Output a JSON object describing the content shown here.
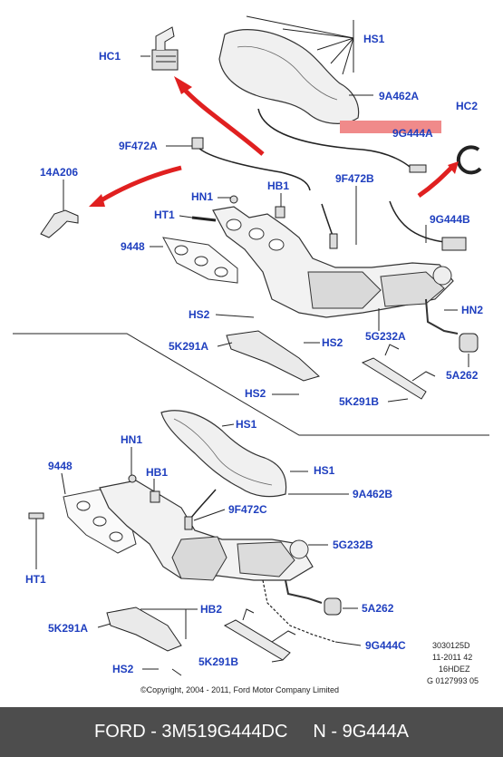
{
  "labels": {
    "hs1_top": "HS1",
    "hc1": "HC1",
    "a9a462a": "9A462A",
    "hc2": "HC2",
    "a9g444a": "9G444A",
    "a9f472a": "9F472A",
    "a14a206": "14A206",
    "a9f472b": "9F472B",
    "hn1_top": "HN1",
    "hb1_top": "HB1",
    "ht1_top": "HT1",
    "a9g444b": "9G444B",
    "a9448_top": "9448",
    "hn2": "HN2",
    "hs2_a": "HS2",
    "a5g232a": "5G232A",
    "a5k291a_top": "5K291A",
    "hs2_b": "HS2",
    "a5a262_top": "5A262",
    "hs2_c": "HS2",
    "a5k291b_top": "5K291B",
    "hs1_b1": "HS1",
    "hn1_bot": "HN1",
    "hs1_b2": "HS1",
    "a9448_bot": "9448",
    "hb1_bot": "HB1",
    "a9a462b": "9A462B",
    "a9f472c": "9F472C",
    "a5g232b": "5G232B",
    "ht1_bot": "HT1",
    "a5a262_bot": "5A262",
    "hb2": "HB2",
    "a5k291a_bot": "5K291A",
    "a9g444c": "9G444C",
    "a5k291b_bot": "5K291B",
    "hs2_bot": "HS2"
  },
  "meta": {
    "code1": "3030125D",
    "code2": "11-2011 42",
    "code3": "16HDEZ",
    "code4": "G 0127993 05",
    "copyright": "©Copyright, 2004 - 2011, Ford Motor Company Limited"
  },
  "footer": {
    "left": "FORD - 3M519G444DC",
    "right": "N - 9G444A"
  },
  "colors": {
    "label": "#1f3fbf",
    "arrow": "#e02020",
    "highlight": "#f08a8a",
    "footer_bg": "#4d4d4d"
  }
}
